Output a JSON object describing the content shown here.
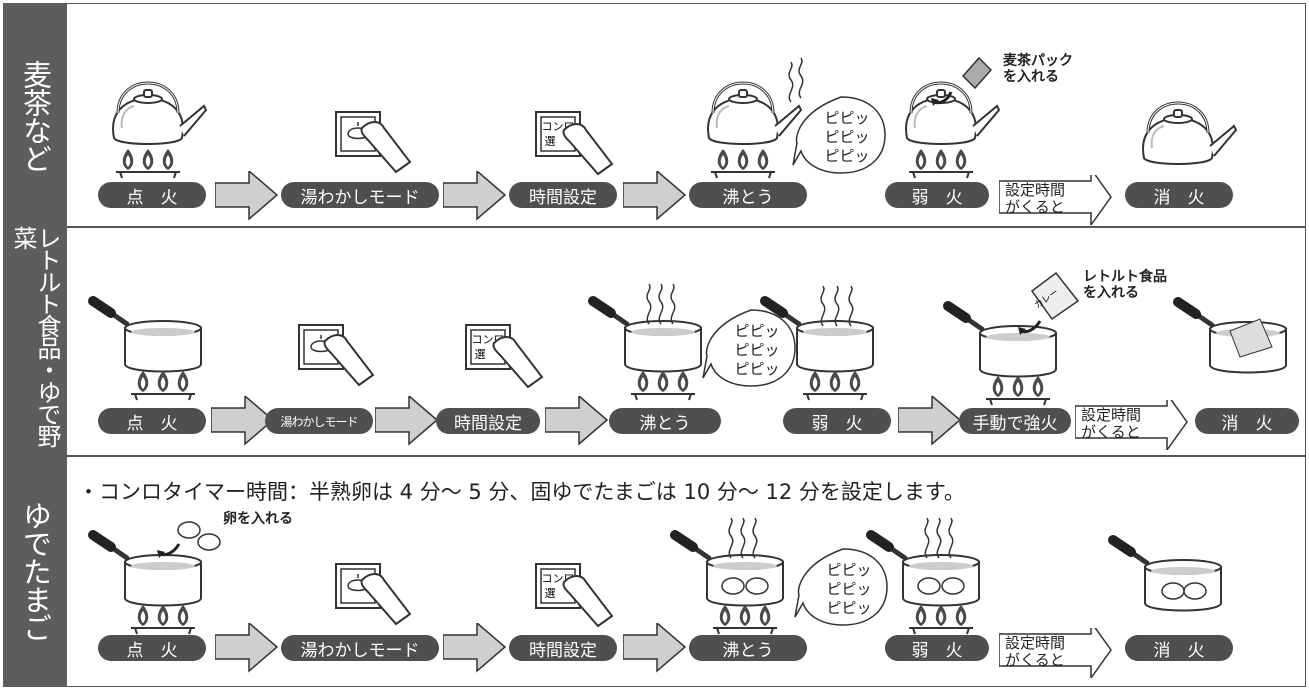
{
  "rows": [
    {
      "label": "麦茶など",
      "steps": [
        "点　火",
        "湯わかしモード",
        "時間設定",
        "沸とう",
        "弱　火",
        "消　火"
      ],
      "timer_note": [
        "設定時間",
        "がくると"
      ],
      "beep": [
        "ピピッ",
        "ピピッ",
        "ピピッ"
      ],
      "add_note": [
        "麦茶パック",
        "を入れる"
      ]
    },
    {
      "label": "レトルト食品・ゆで野菜",
      "steps": [
        "点　火",
        "湯わかしモード",
        "時間設定",
        "沸とう",
        "弱　火",
        "手動で強火",
        "消　火"
      ],
      "timer_note": [
        "設定時間",
        "がくると"
      ],
      "beep": [
        "ピピッ",
        "ピピッ",
        "ピピッ"
      ],
      "add_note": [
        "レトルト食品",
        "を入れる"
      ],
      "pouch_text": "カレー"
    },
    {
      "label": "ゆでたまご",
      "headline": "・コンロタイマー時間：半熟卵は 4 分～ 5 分、固ゆでたまごは 10 分～ 12 分を設定します。",
      "steps": [
        "点　火",
        "湯わかしモード",
        "時間設定",
        "沸とう",
        "弱　火",
        "消　火"
      ],
      "timer_note": [
        "設定時間",
        "がくると"
      ],
      "beep": [
        "ピピッ",
        "ピピッ",
        "ピピッ"
      ],
      "add_note": "卵を入れる"
    }
  ],
  "button": {
    "top": "コンロ",
    "bottom": "選"
  },
  "colors": {
    "label_bg": "#5d5d5d",
    "pill_bg": "#4f4f4f",
    "arrow_fill": "#cfcfcf",
    "border": "#555555"
  }
}
